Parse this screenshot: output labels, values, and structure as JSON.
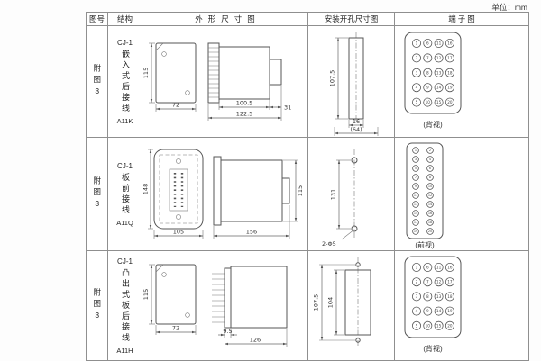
{
  "unit_label": "单位：mm",
  "headers": {
    "fig_no": "图号",
    "structure": "结构",
    "outline": "外形尺寸图",
    "mounting": "安装开孔尺寸图",
    "terminal": "端子图"
  },
  "rows": [
    {
      "fig_no": "附图3",
      "model": "CJ-1",
      "structure_desc": "嵌入式后接线",
      "code": "A11K",
      "outline_dims": {
        "front_h": "115",
        "front_w": "72",
        "body_d": "100.5",
        "tail_d": "31",
        "total_d": "122.5"
      },
      "mounting_dims": {
        "cut_h": "107.5",
        "cut_w": "16",
        "span": "(64)"
      },
      "terminal": {
        "caption": "(背视)",
        "numbers": [
          [
            1,
            6,
            11,
            16
          ],
          [
            2,
            7,
            12,
            17
          ],
          [
            3,
            8,
            13,
            18
          ],
          [
            4,
            9,
            14,
            19
          ],
          [
            5,
            10,
            15,
            20
          ]
        ]
      }
    },
    {
      "fig_no": "附图3",
      "model": "CJ-1",
      "structure_desc": "板前接线",
      "code": "A11Q",
      "outline_dims": {
        "front_h": "148",
        "front_w": "105",
        "total_d": "156",
        "body_h": "115"
      },
      "mounting_dims": {
        "holes": "2-Φ5",
        "span_v": "131"
      },
      "terminal": {
        "caption": "(前视)",
        "numbers": [
          [
            1,
            2
          ],
          [
            3,
            4
          ],
          [
            5,
            6
          ],
          [
            7,
            8
          ],
          [
            9,
            10
          ],
          [
            11,
            12
          ],
          [
            13,
            14
          ],
          [
            15,
            16
          ],
          [
            17,
            18
          ],
          [
            19,
            20
          ]
        ]
      }
    },
    {
      "fig_no": "附图3",
      "model": "CJ-1",
      "structure_desc": "凸出式板后接线",
      "code": "A11H",
      "outline_dims": {
        "front_h": "115",
        "front_w": "72",
        "pin_d": "9.5",
        "body_d": "126"
      },
      "mounting_dims": {
        "hole_span": "107.5",
        "cut_h": "104"
      },
      "terminal": {
        "caption": "(背视)",
        "numbers": [
          [
            1,
            6,
            11,
            16
          ],
          [
            2,
            7,
            12,
            17
          ],
          [
            3,
            8,
            13,
            18
          ],
          [
            4,
            9,
            14,
            19
          ],
          [
            5,
            10,
            15,
            20
          ]
        ]
      }
    }
  ]
}
